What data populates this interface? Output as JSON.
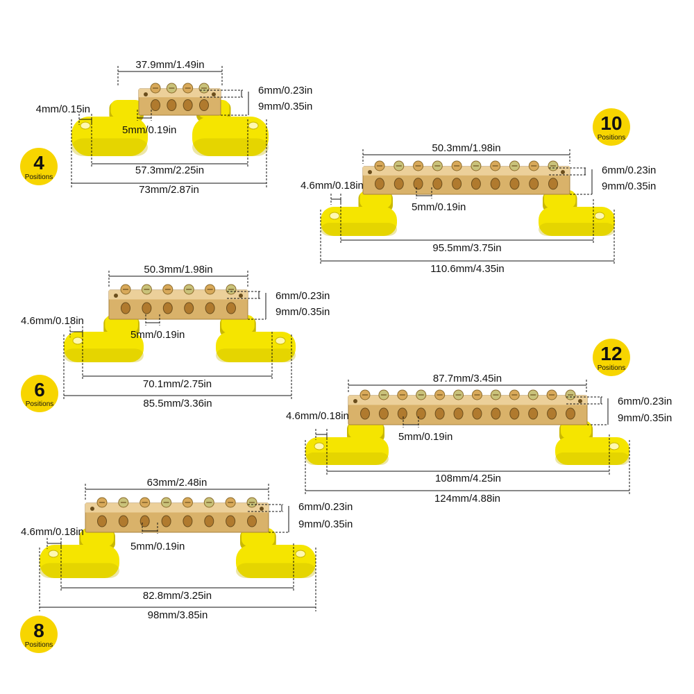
{
  "colors": {
    "brass": "#d9b26a",
    "brass_dark": "#a8823c",
    "yellow": "#f5e500",
    "yellow_dark": "#c9b800",
    "badge": "#f7d500",
    "line": "#111111"
  },
  "products": [
    {
      "positions": 4,
      "badge": {
        "number": "4",
        "label": "Positions"
      },
      "dims": {
        "bar_length": "37.9mm/1.49in",
        "bar_thickness": "6mm/0.23in",
        "bar_height": "9mm/0.35in",
        "mount_hole": "4mm/0.15in",
        "screw_hole": "5mm/0.19in",
        "hole_spacing": "57.3mm/2.25in",
        "overall_length": "73mm/2.87in"
      }
    },
    {
      "positions": 10,
      "badge": {
        "number": "10",
        "label": "Positions"
      },
      "dims": {
        "bar_length": "50.3mm/1.98in",
        "bar_thickness": "6mm/0.23in",
        "bar_height": "9mm/0.35in",
        "mount_hole": "4.6mm/0.18in",
        "screw_hole": "5mm/0.19in",
        "hole_spacing": "95.5mm/3.75in",
        "overall_length": "110.6mm/4.35in"
      }
    },
    {
      "positions": 6,
      "badge": {
        "number": "6",
        "label": "Positions"
      },
      "dims": {
        "bar_length": "50.3mm/1.98in",
        "bar_thickness": "6mm/0.23in",
        "bar_height": "9mm/0.35in",
        "mount_hole": "4.6mm/0.18in",
        "screw_hole": "5mm/0.19in",
        "hole_spacing": "70.1mm/2.75in",
        "overall_length": "85.5mm/3.36in"
      }
    },
    {
      "positions": 12,
      "badge": {
        "number": "12",
        "label": "Positions"
      },
      "dims": {
        "bar_length": "87.7mm/3.45in",
        "bar_thickness": "6mm/0.23in",
        "bar_height": "9mm/0.35in",
        "mount_hole": "4.6mm/0.18in",
        "screw_hole": "5mm/0.19in",
        "hole_spacing": "108mm/4.25in",
        "overall_length": "124mm/4.88in"
      }
    },
    {
      "positions": 8,
      "badge": {
        "number": "8",
        "label": "Positions"
      },
      "dims": {
        "bar_length": "63mm/2.48in",
        "bar_thickness": "6mm/0.23in",
        "bar_height": "9mm/0.35in",
        "mount_hole": "4.6mm/0.18in",
        "screw_hole": "5mm/0.19in",
        "hole_spacing": "82.8mm/3.25in",
        "overall_length": "98mm/3.85in"
      }
    }
  ]
}
